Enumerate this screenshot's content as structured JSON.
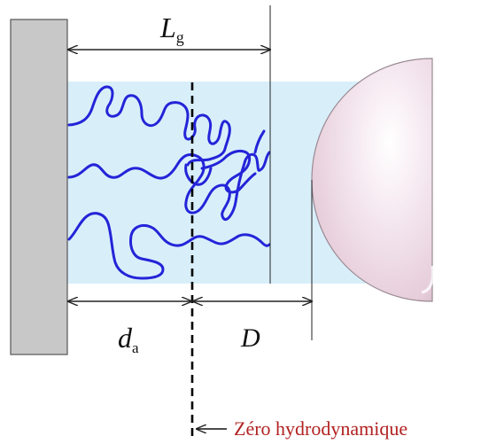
{
  "labels": {
    "grafting_length_main": "L",
    "grafting_length_sub": "g",
    "adsorbed_thickness_main": "d",
    "adsorbed_thickness_sub": "a",
    "separation": "D",
    "hydrodynamic_zero": "Zéro hydrodynamique"
  },
  "colors": {
    "wall": "#c8c8c8",
    "wall_stroke": "#555555",
    "brush_layer": "#d8effa",
    "polymer_chain": "#2424d8",
    "sphere": "#f3e4ec",
    "sphere_stroke": "#9a8a94",
    "caption": "#b22222",
    "dimension_lines": "#222222"
  },
  "icons": {
    "arrow_head": "arrow-icon",
    "pointer": "left-arrow-icon"
  }
}
